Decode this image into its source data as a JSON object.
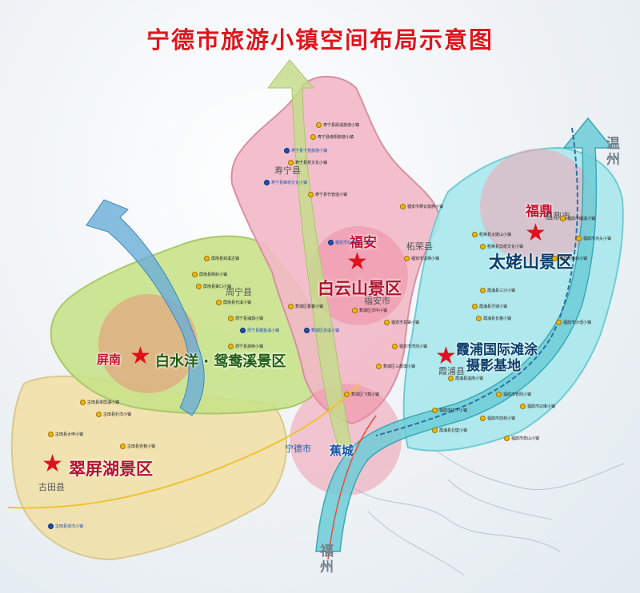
{
  "title": "宁德市旅游小镇空间布局示意图",
  "directions": {
    "wenzhou": "温州",
    "fuzhou": "福州"
  },
  "zones": {
    "baiyunshan": "白云山景区",
    "taimushan": "太姥山景区",
    "baishuiyang": "白水洋 · 鸳鸯溪景区",
    "cuipinghu": "翠屏湖景区",
    "xiapu": "霞浦国际滩涂",
    "xiapu2": "摄影基地"
  },
  "cities": {
    "fuan": "福安",
    "fuding": "福鼎",
    "pingnan": "屏南",
    "jiaocheng": "蕉城"
  },
  "counties": {
    "shouning": "寿宁县",
    "zherong": "柘荣县",
    "zhouning": "周宁县",
    "ningde": "宁德市",
    "xiapu": "霞浦县",
    "gutian": "古田县",
    "fuanshi": "福安市",
    "fudingshi": "福鼎市"
  },
  "colors": {
    "baiyunshan_region": "#f2b8c6",
    "taimushan_region": "#a9e8ec",
    "baishuiyang_region": "#c8e28a",
    "cuipinghu_region": "#f1e0a8",
    "arrow": "#5dbcc8",
    "star": "#e0101c",
    "town_dot": "#f5b800",
    "title": "#e0151d"
  },
  "towns": [
    {
      "name": "寿宁县犀溪旅游小镇",
      "type": "yellow"
    },
    {
      "name": "寿宁县南阳旅游小镇",
      "type": "yellow"
    },
    {
      "name": "寿宁县下党旅游小镇",
      "type": "blue"
    },
    {
      "name": "寿宁县茶文化小镇",
      "type": "yellow"
    },
    {
      "name": "寿宁县廊桥文化小镇",
      "type": "blue"
    },
    {
      "name": "寿宁县竹管垅小镇",
      "type": "yellow"
    },
    {
      "name": "柘荣县太姥山小镇",
      "type": "yellow"
    },
    {
      "name": "柘荣县剪纸文化小镇",
      "type": "yellow"
    },
    {
      "name": "福安市穆云畲族小镇",
      "type": "yellow"
    },
    {
      "name": "福安市社口坦洋小镇",
      "type": "blue"
    },
    {
      "name": "福安市溪柄小镇",
      "type": "yellow"
    },
    {
      "name": "福安市甘棠小镇",
      "type": "yellow"
    },
    {
      "name": "福安市湾坞小镇",
      "type": "yellow"
    },
    {
      "name": "屏南县双溪古镇",
      "type": "yellow"
    },
    {
      "name": "屏南县熙岭小镇",
      "type": "yellow"
    },
    {
      "name": "屏南县棠口小镇",
      "type": "yellow"
    },
    {
      "name": "屏南县代溪小镇",
      "type": "yellow"
    },
    {
      "name": "周宁县浦源小镇",
      "type": "yellow"
    },
    {
      "name": "周宁县鲤鱼溪小镇",
      "type": "blue"
    },
    {
      "name": "周宁县泗桥小镇",
      "type": "yellow"
    },
    {
      "name": "蕉城区霍童小镇",
      "type": "yellow"
    },
    {
      "name": "蕉城区洋中小镇",
      "type": "yellow"
    },
    {
      "name": "蕉城区赤溪小镇",
      "type": "blue"
    },
    {
      "name": "蕉城区三都澳小镇",
      "type": "yellow"
    },
    {
      "name": "蕉城区飞鸾小镇",
      "type": "yellow"
    },
    {
      "name": "古田县翠屏湖小镇",
      "type": "yellow"
    },
    {
      "name": "古田县大甲小镇",
      "type": "yellow"
    },
    {
      "name": "古田县吉巷小镇",
      "type": "yellow"
    },
    {
      "name": "古田县杉洋小镇",
      "type": "yellow"
    },
    {
      "name": "古田县卓洋小镇",
      "type": "blue"
    },
    {
      "name": "霞浦县三沙小镇",
      "type": "yellow"
    },
    {
      "name": "霞浦县牙城小镇",
      "type": "yellow"
    },
    {
      "name": "霞浦县长春小镇",
      "type": "yellow"
    },
    {
      "name": "霞浦县溪南小镇",
      "type": "yellow"
    },
    {
      "name": "霞浦县北壁小镇",
      "type": "yellow"
    },
    {
      "name": "福鼎市磻溪小镇",
      "type": "yellow"
    },
    {
      "name": "福鼎市点头小镇",
      "type": "yellow"
    },
    {
      "name": "福鼎市秦屿小镇",
      "type": "yellow"
    },
    {
      "name": "福鼎市沙埕小镇",
      "type": "yellow"
    },
    {
      "name": "福鼎市嵛山小镇",
      "type": "yellow"
    },
    {
      "name": "福鼎市白琳小镇",
      "type": "yellow"
    },
    {
      "name": "福鼎市管阳小镇",
      "type": "yellow"
    },
    {
      "name": "福鼎市前岐小镇",
      "type": "yellow"
    },
    {
      "name": "福鼎市店下小镇",
      "type": "yellow"
    }
  ]
}
